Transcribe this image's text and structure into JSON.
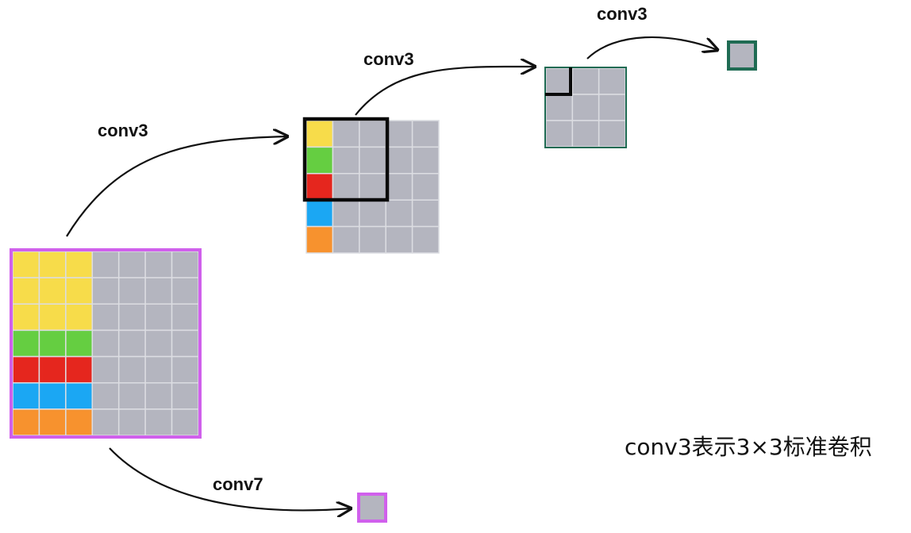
{
  "labels": {
    "arrow_a": "conv3",
    "arrow_b": "conv3",
    "arrow_c": "conv3",
    "arrow_d": "conv7"
  },
  "caption": "conv3表示3×3标准卷积",
  "colors": {
    "yellow": "#f7dc4a",
    "green": "#65ce41",
    "red": "#e5261e",
    "blue": "#1ba7f3",
    "orange": "#f7922e",
    "gray": "#b4b5bf",
    "gridline": "#dcdde2",
    "magenta": "#d060ec",
    "black": "#0a0a0a",
    "teal": "#1f6b53"
  },
  "grids": {
    "big": {
      "rows": [
        [
          "yellow",
          "yellow",
          "yellow",
          "gray",
          "gray",
          "gray",
          "gray"
        ],
        [
          "yellow",
          "yellow",
          "yellow",
          "gray",
          "gray",
          "gray",
          "gray"
        ],
        [
          "yellow",
          "yellow",
          "yellow",
          "gray",
          "gray",
          "gray",
          "gray"
        ],
        [
          "green",
          "green",
          "green",
          "gray",
          "gray",
          "gray",
          "gray"
        ],
        [
          "red",
          "red",
          "red",
          "gray",
          "gray",
          "gray",
          "gray"
        ],
        [
          "blue",
          "blue",
          "blue",
          "gray",
          "gray",
          "gray",
          "gray"
        ],
        [
          "orange",
          "orange",
          "orange",
          "gray",
          "gray",
          "gray",
          "gray"
        ]
      ]
    },
    "mid": {
      "rows": [
        [
          "yellow",
          "gray",
          "gray",
          "gray",
          "gray"
        ],
        [
          "green",
          "gray",
          "gray",
          "gray",
          "gray"
        ],
        [
          "red",
          "gray",
          "gray",
          "gray",
          "gray"
        ],
        [
          "blue",
          "gray",
          "gray",
          "gray",
          "gray"
        ],
        [
          "orange",
          "gray",
          "gray",
          "gray",
          "gray"
        ]
      ]
    },
    "small": {
      "rows": [
        [
          "gray",
          "gray",
          "gray"
        ],
        [
          "gray",
          "gray",
          "gray"
        ],
        [
          "gray",
          "gray",
          "gray"
        ]
      ]
    }
  }
}
